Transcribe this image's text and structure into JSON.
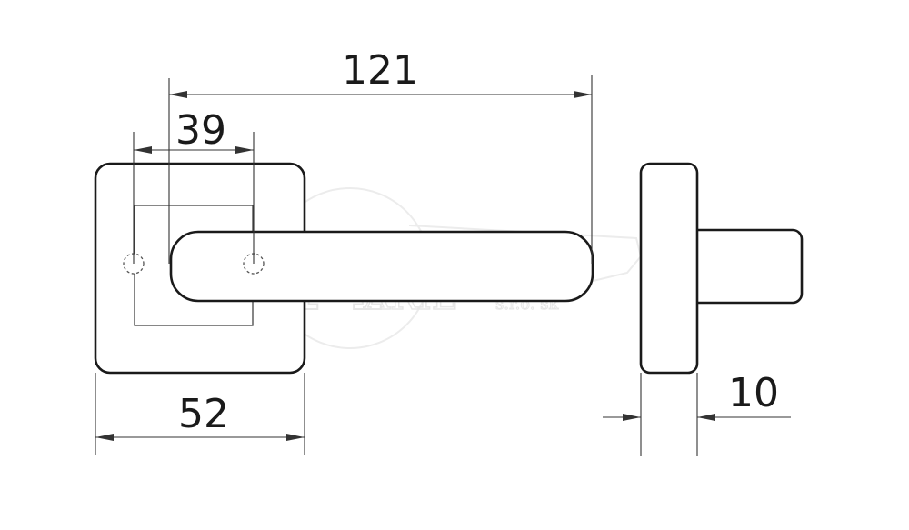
{
  "dimensions": {
    "total_length": "121",
    "screw_spacing": "39",
    "rose_width": "52",
    "rose_thickness": "10"
  },
  "watermark": {
    "initial": "M",
    "name": "ARIE",
    "domain": "s.r.o. sk"
  },
  "colors": {
    "outline": "#1a1a1a",
    "dimension_line": "#333333",
    "hole": "#555555",
    "watermark": "#e6e6e6",
    "background": "#ffffff"
  }
}
